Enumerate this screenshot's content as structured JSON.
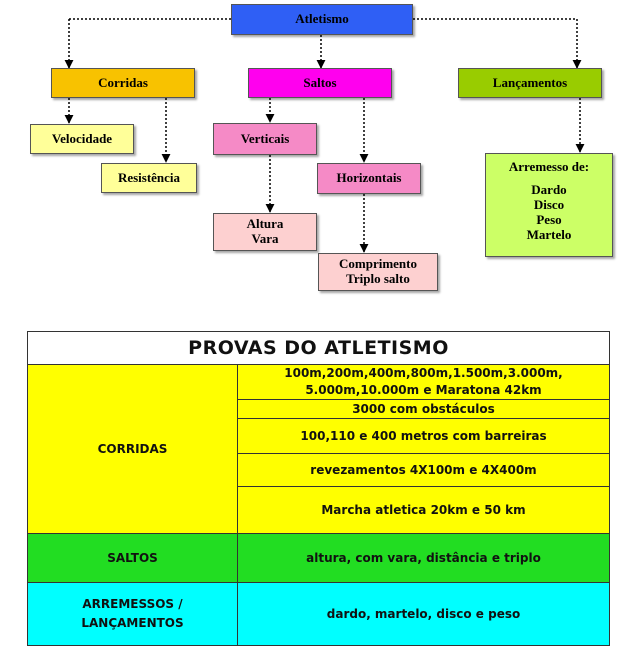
{
  "colors": {
    "root": "#2f5ff5",
    "corridas": "#f8c200",
    "saltos": "#ff00ee",
    "lancamentos": "#99cc00",
    "corridas_child": "#ffff99",
    "saltos_child": "#f58ac6",
    "saltos_leaf": "#fdd0d0",
    "lancamentos_child": "#ccff66",
    "table_corridas": "#ffff00",
    "table_saltos": "#22dd22",
    "table_lancamentos": "#00ffff"
  },
  "diagram": {
    "root": "Atletismo",
    "corridas": {
      "label": "Corridas",
      "velocidade": "Velocidade",
      "resistencia": "Resistência"
    },
    "saltos": {
      "label": "Saltos",
      "verticais": "Verticais",
      "verticais_items": [
        "Altura",
        "Vara"
      ],
      "horizontais": "Horizontais",
      "horizontais_items": [
        "Comprimento",
        "Triplo salto"
      ]
    },
    "lancamentos": {
      "label": "Lançamentos",
      "arremesso_title": "Arremesso de:",
      "arremesso_items": [
        "Dardo",
        "Disco",
        "Peso",
        "Martelo"
      ]
    }
  },
  "table": {
    "title": "PROVAS DO ATLETISMO",
    "corridas": {
      "category": "CORRIDAS",
      "rows": [
        "100m,200m,400m,800m,1.500m,3.000m, 5.000m,10.000m e Maratona 42km",
        "3000 com obstáculos",
        "100,110 e 400 metros com barreiras",
        "revezamentos 4X100m e 4X400m",
        "Marcha atletica 20km e 50 km"
      ]
    },
    "saltos": {
      "category": "SALTOS",
      "detail": "altura, com vara, distância e triplo"
    },
    "lancamentos": {
      "category": "ARREMESSOS / LANÇAMENTOS",
      "detail": "dardo, martelo, disco e peso"
    }
  }
}
